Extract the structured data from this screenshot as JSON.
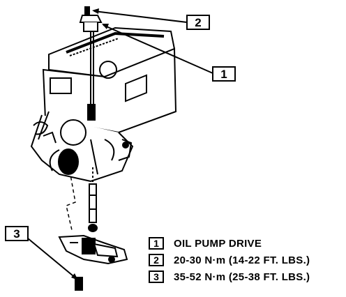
{
  "callouts": {
    "c1": "1",
    "c2": "2",
    "c3": "3"
  },
  "legend": [
    {
      "num": "1",
      "text": "OIL PUMP DRIVE"
    },
    {
      "num": "2",
      "text": "20-30 N·m (14-22 FT. LBS.)"
    },
    {
      "num": "3",
      "text": "35-52 N·m (25-38 FT. LBS.)"
    }
  ]
}
